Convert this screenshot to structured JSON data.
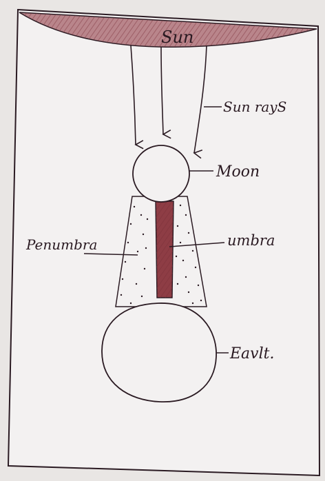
{
  "labels": {
    "sun": "Sun",
    "sun_rays": "Sun rayS",
    "moon": "Moon",
    "penumbra": "Penumbra",
    "umbra": "umbra",
    "earth": "Eavlt."
  },
  "colors": {
    "paper": "#f3f1f1",
    "ink": "#2a1a22",
    "shade": "#8e3d45",
    "sun_fill": "#b9858b"
  }
}
